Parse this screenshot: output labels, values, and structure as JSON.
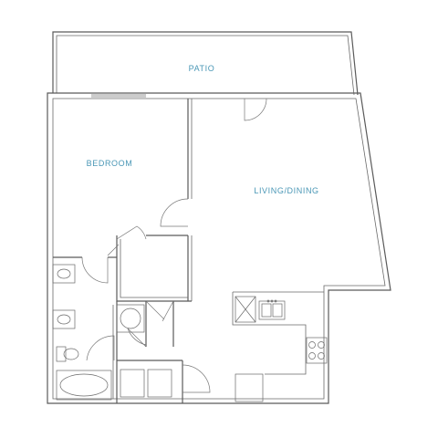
{
  "rooms": {
    "patio": "PATIO",
    "bedroom": "BEDROOM",
    "living_dining": "LIVING/DINING"
  },
  "colors": {
    "label": "#4a97b6",
    "wall": "#5a5a5a",
    "background": "#ffffff"
  },
  "icons": [
    "sink-icon",
    "toilet-icon",
    "bathtub-icon",
    "washer-icon",
    "dryer-icon",
    "stove-icon",
    "kitchen-sink-icon",
    "refrigerator-icon"
  ]
}
